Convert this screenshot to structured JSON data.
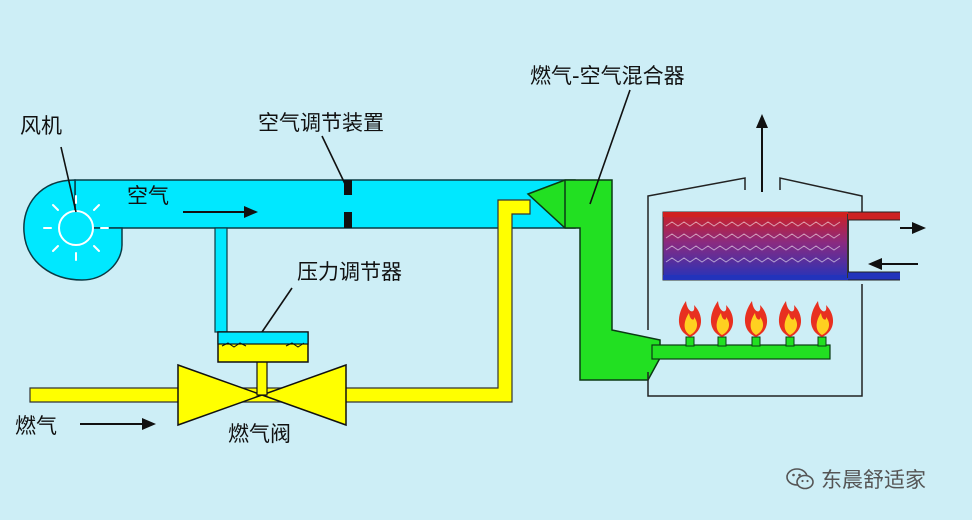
{
  "labels": {
    "fan": "风机",
    "air": "空气",
    "air_regulator": "空气调节装置",
    "mixer": "燃气-空气混合器",
    "pressure_regulator": "压力调节器",
    "gas": "燃气",
    "gas_valve": "燃气阀"
  },
  "watermark": {
    "text": "东晨舒适家"
  },
  "colors": {
    "background": "#cdeef6",
    "air_duct": "#00e8ff",
    "gas_pipe": "#ffff00",
    "mixer": "#22e022",
    "hot_water": "#cc2222",
    "cold_water": "#2233bb",
    "flame_outer": "#e83020",
    "flame_inner": "#ffd020"
  }
}
